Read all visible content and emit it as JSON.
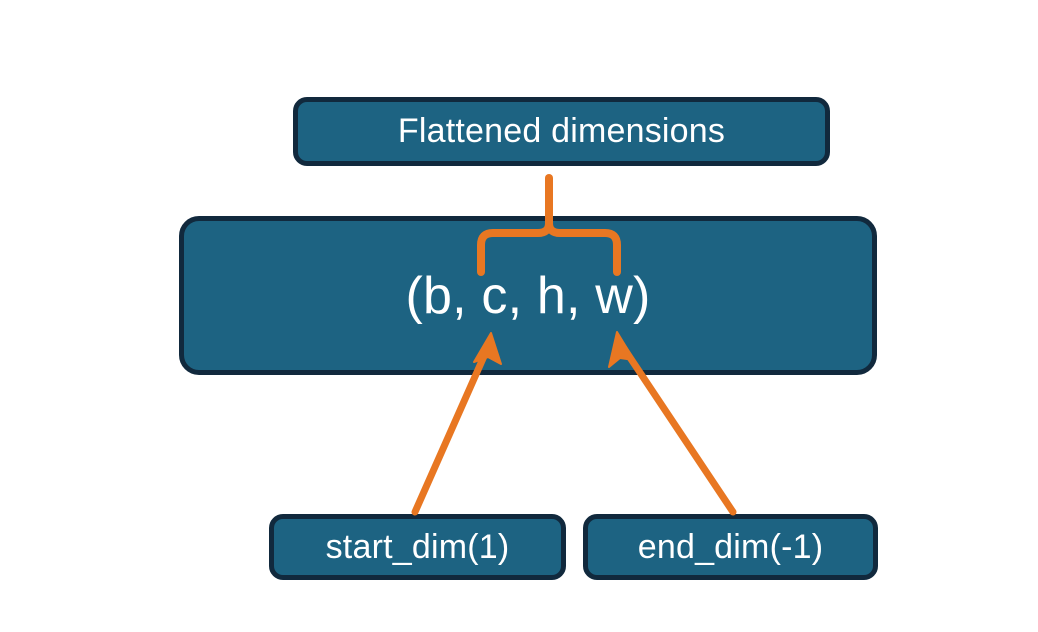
{
  "diagram": {
    "title_node": {
      "label": "Flattened dimensions",
      "name": "flattened-dimensions-box"
    },
    "shape_node": {
      "label": "(b, c, h, w)",
      "name": "tensor-shape-box",
      "dims": [
        "b",
        "c",
        "h",
        "w"
      ]
    },
    "argument_nodes": [
      {
        "label": "start_dim(1)",
        "name": "start-dim-box",
        "value": 1
      },
      {
        "label": "end_dim(-1)",
        "name": "end-dim-box",
        "value": -1
      }
    ],
    "annotations": {
      "brace": {
        "name": "flatten-range-brace",
        "spans_dims": [
          "c",
          "h",
          "w"
        ],
        "points_to": "Flattened dimensions"
      },
      "arrows": [
        {
          "name": "start-dim-arrow",
          "from": "start_dim(1)",
          "to": "c"
        },
        {
          "name": "end-dim-arrow",
          "from": "end_dim(-1)",
          "to": "w"
        }
      ]
    },
    "colors": {
      "node_fill": "#1d6382",
      "node_border": "#11293d",
      "node_text": "#ffffff",
      "accent": "#e87722",
      "background": "#ffffff"
    }
  }
}
